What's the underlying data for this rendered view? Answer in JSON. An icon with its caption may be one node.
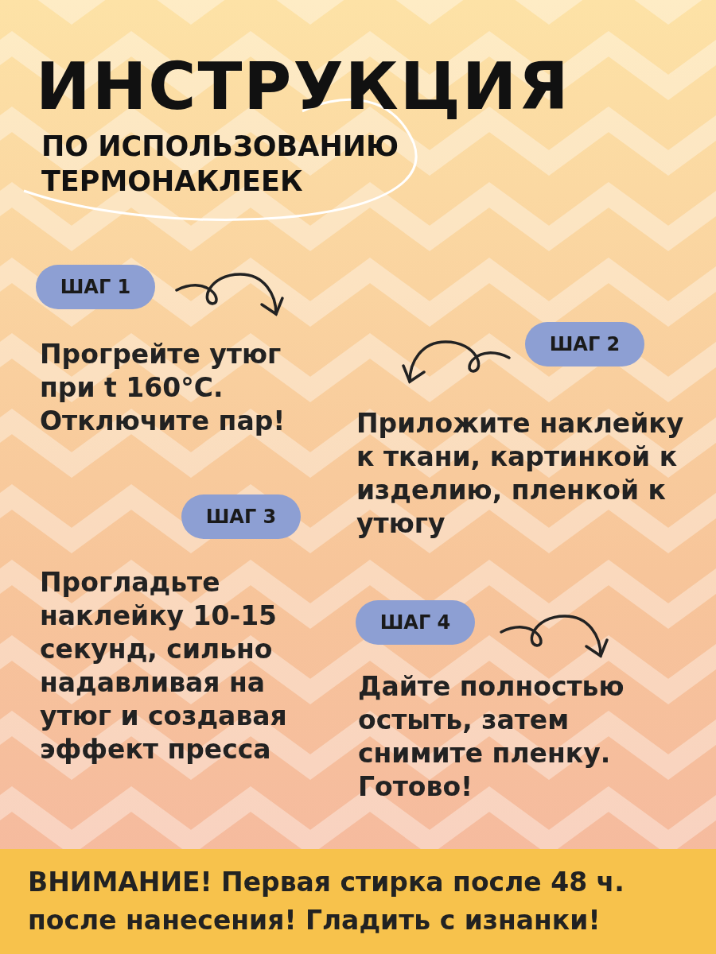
{
  "diagram": {
    "title": "ИНСТРУКЦИЯ",
    "nodes": [
      {
        "text": [
          "ШАГ 1"
        ],
        "beside": [
          "Прогрейте утюг при t 160°C. Отключите пар!"
        ]
      },
      {
        "text": [
          "ШАГ 2"
        ],
        "beside": [
          "Приложите наклейку к ткани, картинкой к изделию, пленкой к утюгу"
        ]
      },
      {
        "text": [
          "ШАГ 3"
        ],
        "beside": [
          "Прогладьте наклейку 10-15 секунд, сильно надавливая на утюг и создавая эффект пресса"
        ]
      },
      {
        "text": [
          "ШАГ 4"
        ],
        "beside": [
          "Дайте полностью остыть, затем снимите пленку. Готово!"
        ]
      },
      {
        "text": [
          "ВНИМАНИЕ! Первая стирка после 48 ч. после нанесения! Гладить с изнанки!"
        ]
      }
    ],
    "labels": [
      "ПО ИСПОЛЬЗОВАНИЮ ТЕРМОНАКЛЕЕК"
    ]
  }
}
